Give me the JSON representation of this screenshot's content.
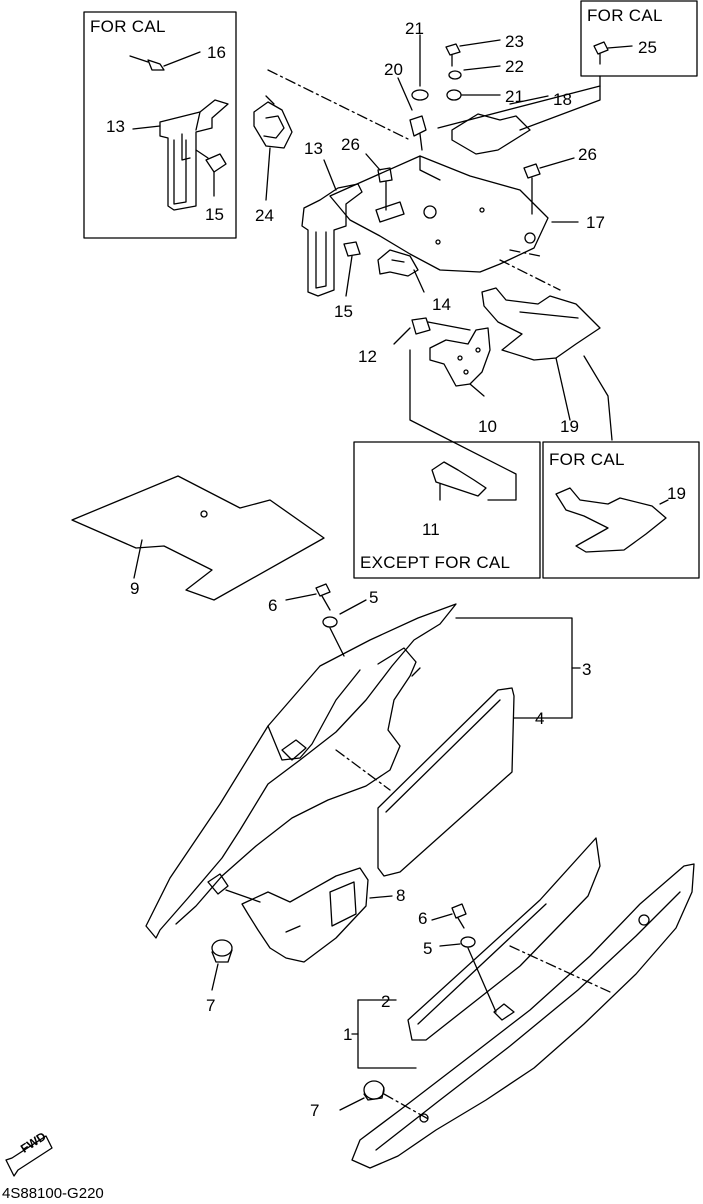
{
  "drawing_code": "4S88100-G220",
  "fwd_label": "FWD",
  "boxes": {
    "for_cal_top_left": "FOR CAL",
    "for_cal_top_right": "FOR CAL",
    "except_for_cal": "EXCEPT FOR CAL",
    "for_cal_right": "FOR CAL"
  },
  "callouts": {
    "n16": "16",
    "n13a": "13",
    "n15a": "15",
    "n21a": "21",
    "n23": "23",
    "n20": "20",
    "n22": "22",
    "n21b": "21",
    "n18": "18",
    "n25": "25",
    "n26a": "26",
    "n26b": "26",
    "n17": "17",
    "n24": "24",
    "n13b": "13",
    "n15b": "15",
    "n14": "14",
    "n12": "12",
    "n10": "10",
    "n19a": "19",
    "n19b": "19",
    "n11": "11",
    "n9": "9",
    "n6a": "6",
    "n5a": "5",
    "n3": "3",
    "n4": "4",
    "n8": "8",
    "n7a": "7",
    "n6b": "6",
    "n5b": "5",
    "n2": "2",
    "n1": "1",
    "n7b": "7"
  }
}
